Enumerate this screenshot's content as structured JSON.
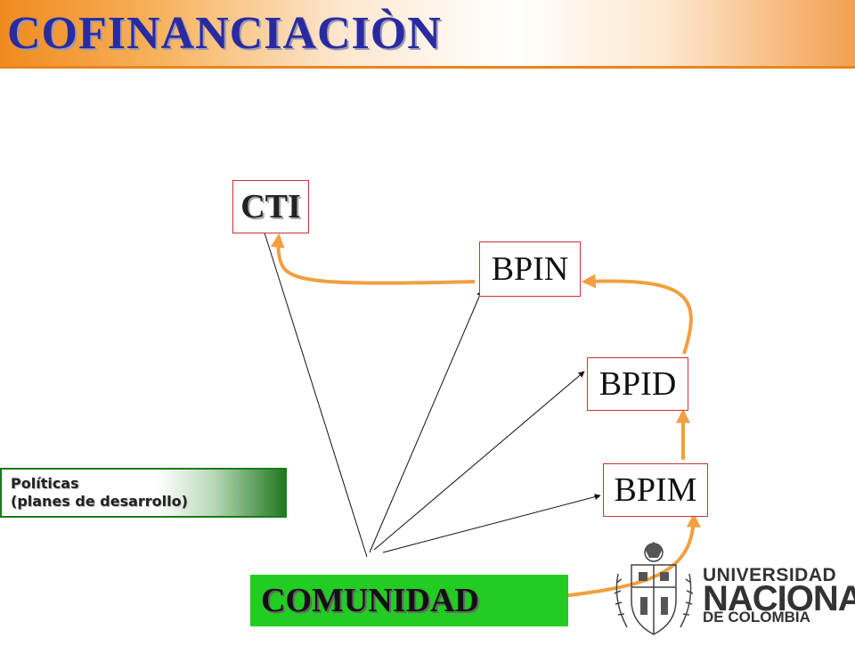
{
  "title": "COFINANCIACIÒN",
  "nodes": {
    "cti": "CTI",
    "bpin": "BPIN",
    "bpid": "BPID",
    "bpim": "BPIM",
    "comunidad": "COMUNIDAD"
  },
  "politicas": {
    "line1": "Políticas",
    "line2": "(planes de desarrollo)"
  },
  "logo": {
    "line1": "UNIVERSIDAD",
    "line2": "NACIONAL",
    "line3": "DE COLOMBIA"
  },
  "colors": {
    "title_text": "#2a2aa0",
    "orange_arrow": "#f0a040",
    "node_border": "#cc3333",
    "comunidad_fill": "#22cc22",
    "politicas_border": "#1a7a1a"
  }
}
